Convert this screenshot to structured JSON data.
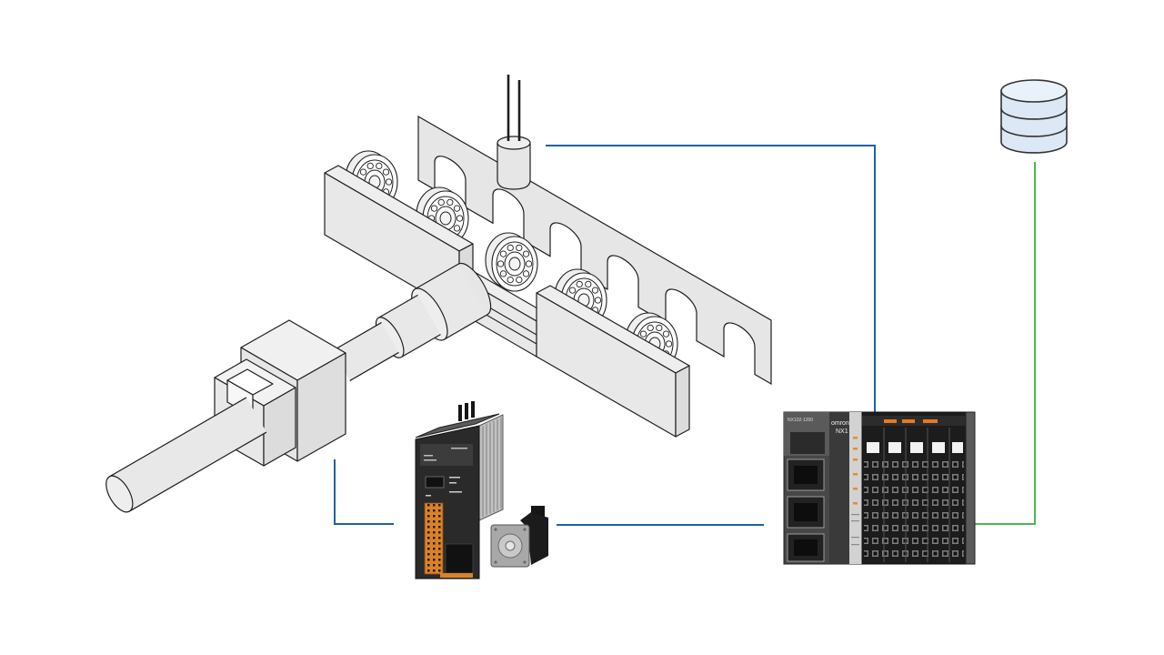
{
  "controller": {
    "brand": "omron",
    "model": "NX1",
    "cpu_label": "NX102-1200"
  },
  "colors": {
    "background": "#ffffff",
    "link_blue": "#1f62a3",
    "link_green": "#4bb850",
    "machine_fill": "#e8e8e8",
    "outline": "#1e1e1e",
    "database_fill": "#dce8f6",
    "drive_body": "#2a2a2a",
    "terminal_orange": "#d9822b"
  },
  "icons": [
    "database-icon"
  ]
}
